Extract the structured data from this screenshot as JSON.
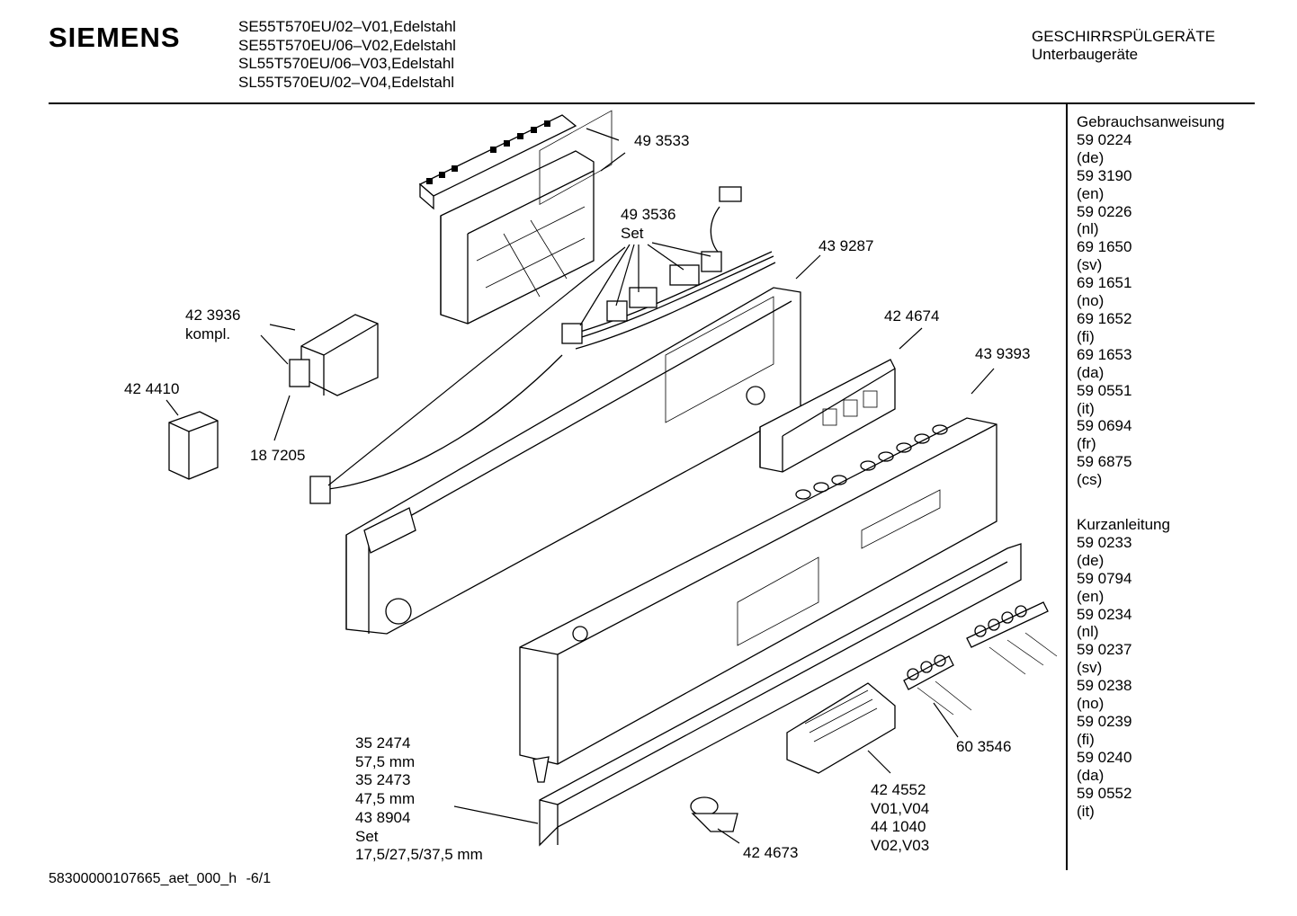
{
  "header": {
    "brand": "SIEMENS",
    "models": [
      "SE55T570EU/02–V01,Edelstahl",
      "SE55T570EU/06–V02,Edelstahl",
      "SL55T570EU/06–V03,Edelstahl",
      "SL55T570EU/02–V04,Edelstahl"
    ],
    "category": "GESCHIRRSPÜLGERÄTE",
    "subcategory": "Unterbaugeräte"
  },
  "sidebar": {
    "manual_title": "Gebrauchsanweisung",
    "manuals": [
      {
        "number": "59 0224",
        "lang": "(de)"
      },
      {
        "number": "59 3190",
        "lang": "(en)"
      },
      {
        "number": "59 0226",
        "lang": "(nl)"
      },
      {
        "number": "69 1650",
        "lang": "(sv)"
      },
      {
        "number": "69 1651",
        "lang": "(no)"
      },
      {
        "number": "69 1652",
        "lang": "(fi)"
      },
      {
        "number": "69 1653",
        "lang": "(da)"
      },
      {
        "number": "59 0551",
        "lang": "(it)"
      },
      {
        "number": "59 0694",
        "lang": "(fr)"
      },
      {
        "number": "59 6875",
        "lang": "(cs)"
      }
    ],
    "short_title": "Kurzanleitung",
    "shorts": [
      {
        "number": "59 0233",
        "lang": "(de)"
      },
      {
        "number": "59 0794",
        "lang": "(en)"
      },
      {
        "number": "59 0234",
        "lang": "(nl)"
      },
      {
        "number": "59 0237",
        "lang": "(sv)"
      },
      {
        "number": "59 0238",
        "lang": "(no)"
      },
      {
        "number": "59 0239",
        "lang": "(fi)"
      },
      {
        "number": "59 0240",
        "lang": "(da)"
      },
      {
        "number": "59 0552",
        "lang": "(it)"
      }
    ]
  },
  "parts": {
    "p493533": "49 3533",
    "p493536": [
      "49 3536",
      "Set"
    ],
    "p439287": "43 9287",
    "p423936": [
      "42 3936",
      "kompl."
    ],
    "p424410": "42 4410",
    "p187205": "18 7205",
    "p424674": "42 4674",
    "p439393": "43 9393",
    "p603546": "60 3546",
    "p352474": [
      "35 2474",
      "57,5 mm",
      "35 2473",
      "47,5 mm",
      "43 8904",
      "Set",
      "17,5/27,5/37,5 mm"
    ],
    "p424552": [
      "42 4552",
      "V01,V04",
      "44 1040",
      "V02,V03"
    ],
    "p424673": "42 4673"
  },
  "footer": {
    "doc_id": "58300000107665_aet_000_h",
    "page": "-6/1"
  }
}
